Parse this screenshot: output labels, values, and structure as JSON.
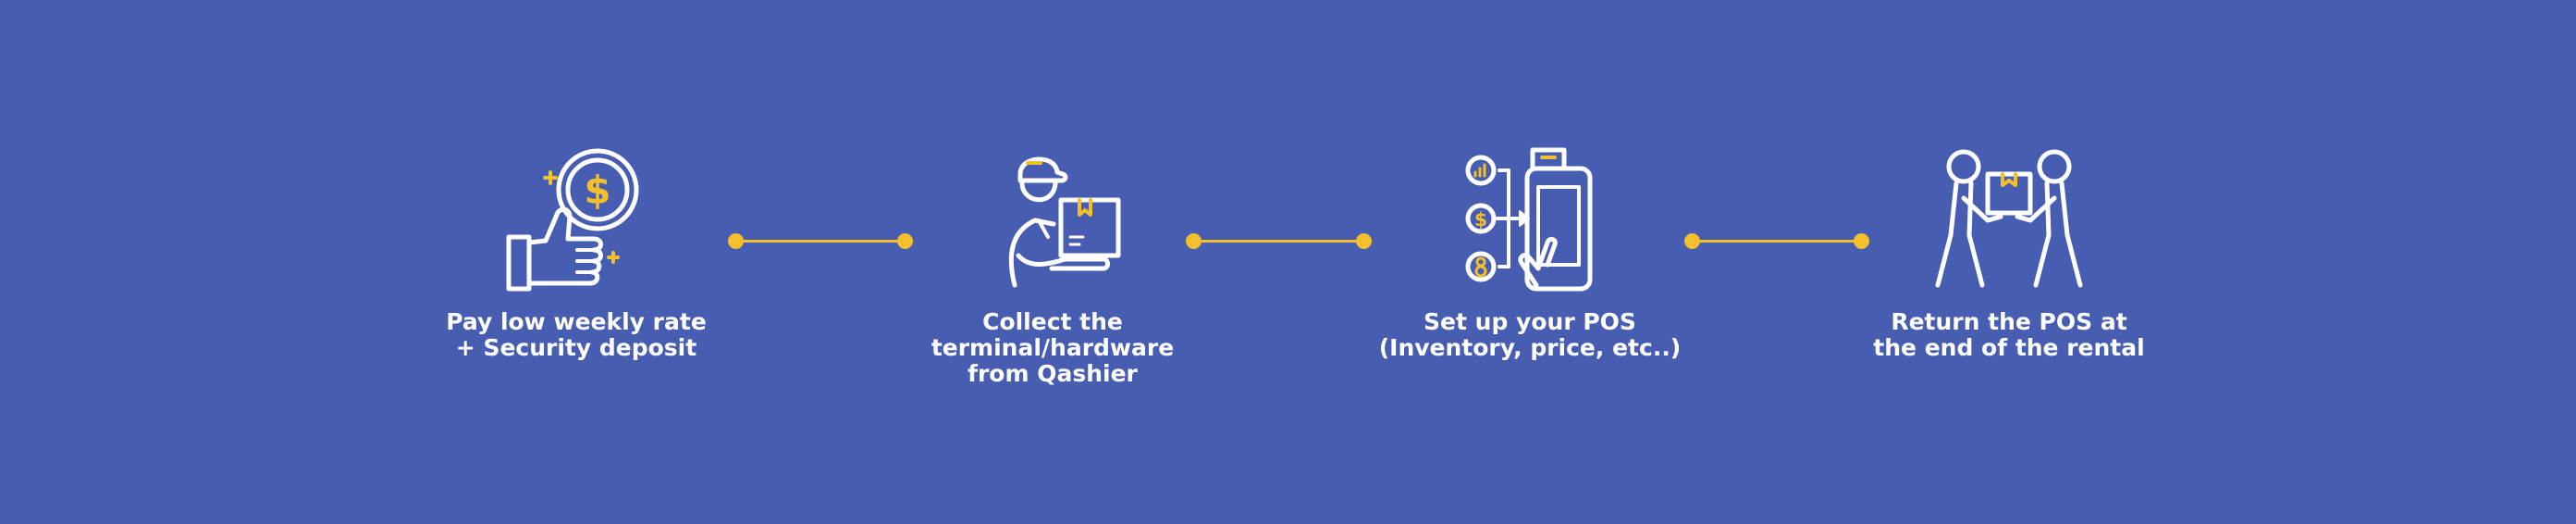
{
  "colors": {
    "background": "#475db1",
    "accent": "#f3bf2b",
    "text": "#ffffff"
  },
  "steps": [
    {
      "icon": "thumbs-up-dollar-icon",
      "line1": "Pay low weekly rate",
      "line2": "+ Security deposit",
      "line3": ""
    },
    {
      "icon": "delivery-person-box-icon",
      "line1": "Collect the",
      "line2": "terminal/hardware",
      "line3": "from Qashier"
    },
    {
      "icon": "pos-terminal-setup-icon",
      "line1": "Set up your POS",
      "line2": "(Inventory, price, etc..)",
      "line3": ""
    },
    {
      "icon": "two-people-carrying-box-icon",
      "line1": "Return the POS at",
      "line2": "the end of the rental",
      "line3": ""
    }
  ]
}
